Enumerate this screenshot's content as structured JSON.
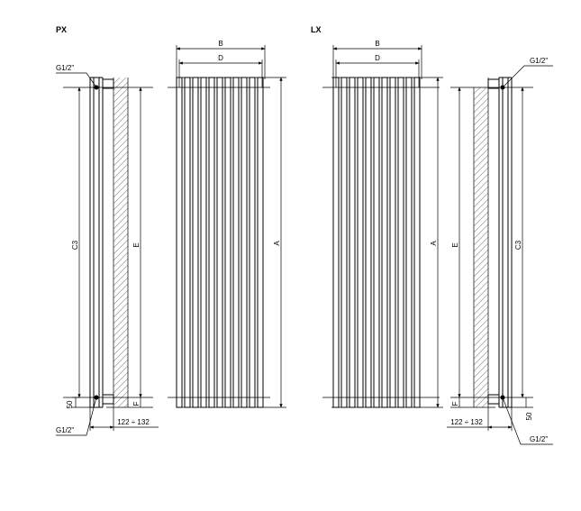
{
  "views": {
    "px": {
      "title": "PX"
    },
    "lx": {
      "title": "LX"
    }
  },
  "labels": {
    "connection": "G1/2\"",
    "dim_b": "B",
    "dim_d": "D",
    "dim_a": "A",
    "dim_e": "E",
    "dim_c3": "C3",
    "dim_f": "F",
    "dim_50": "50",
    "wall_gap": "122 ÷ 132"
  },
  "colors": {
    "line": "#000000",
    "hatch": "#9a9a9a",
    "background": "#ffffff"
  }
}
